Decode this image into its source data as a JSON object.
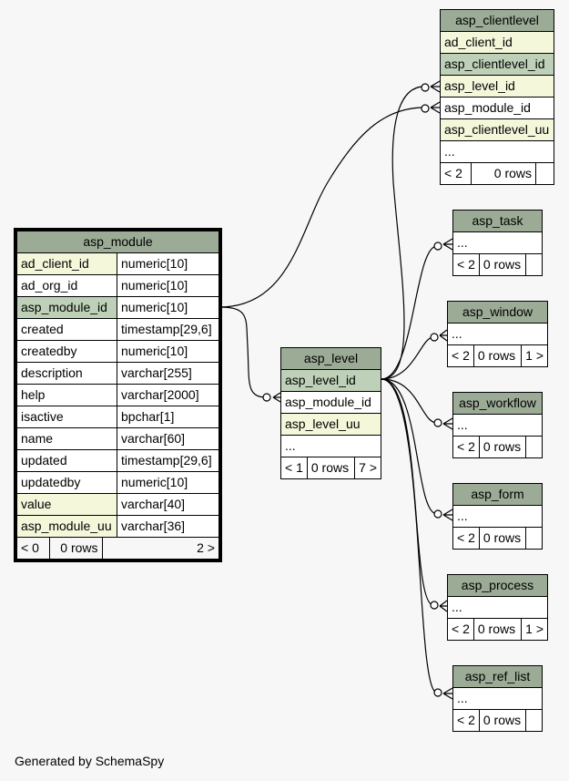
{
  "footer": "Generated by SchemaSpy",
  "asp_module": {
    "name": "asp_module",
    "columns": [
      {
        "name": "ad_client_id",
        "type": "numeric[10]"
      },
      {
        "name": "ad_org_id",
        "type": "numeric[10]"
      },
      {
        "name": "asp_module_id",
        "type": "numeric[10]"
      },
      {
        "name": "created",
        "type": "timestamp[29,6]"
      },
      {
        "name": "createdby",
        "type": "numeric[10]"
      },
      {
        "name": "description",
        "type": "varchar[255]"
      },
      {
        "name": "help",
        "type": "varchar[2000]"
      },
      {
        "name": "isactive",
        "type": "bpchar[1]"
      },
      {
        "name": "name",
        "type": "varchar[60]"
      },
      {
        "name": "updated",
        "type": "timestamp[29,6]"
      },
      {
        "name": "updatedby",
        "type": "numeric[10]"
      },
      {
        "name": "value",
        "type": "varchar[40]"
      },
      {
        "name": "asp_module_uu",
        "type": "varchar[36]"
      }
    ],
    "parents": "< 0",
    "rows": "0 rows",
    "children": "2 >"
  },
  "asp_level": {
    "name": "asp_level",
    "columns": [
      "asp_level_id",
      "asp_module_id",
      "asp_level_uu",
      "..."
    ],
    "parents": "< 1",
    "rows": "0 rows",
    "children": "7 >"
  },
  "asp_clientlevel": {
    "name": "asp_clientlevel",
    "columns": [
      "ad_client_id",
      "asp_clientlevel_id",
      "asp_level_id",
      "asp_module_id",
      "asp_clientlevel_uu",
      "..."
    ],
    "parents": "< 2",
    "rows": "0 rows",
    "children": ""
  },
  "asp_task": {
    "name": "asp_task",
    "columns": [
      "..."
    ],
    "parents": "< 2",
    "rows": "0 rows",
    "children": ""
  },
  "asp_window": {
    "name": "asp_window",
    "columns": [
      "..."
    ],
    "parents": "< 2",
    "rows": "0 rows",
    "children": "1 >"
  },
  "asp_workflow": {
    "name": "asp_workflow",
    "columns": [
      "..."
    ],
    "parents": "< 2",
    "rows": "0 rows",
    "children": ""
  },
  "asp_form": {
    "name": "asp_form",
    "columns": [
      "..."
    ],
    "parents": "< 2",
    "rows": "0 rows",
    "children": ""
  },
  "asp_process": {
    "name": "asp_process",
    "columns": [
      "..."
    ],
    "parents": "< 2",
    "rows": "0 rows",
    "children": "1 >"
  },
  "asp_ref_list": {
    "name": "asp_ref_list",
    "columns": [
      "..."
    ],
    "parents": "< 2",
    "rows": "0 rows",
    "children": ""
  }
}
